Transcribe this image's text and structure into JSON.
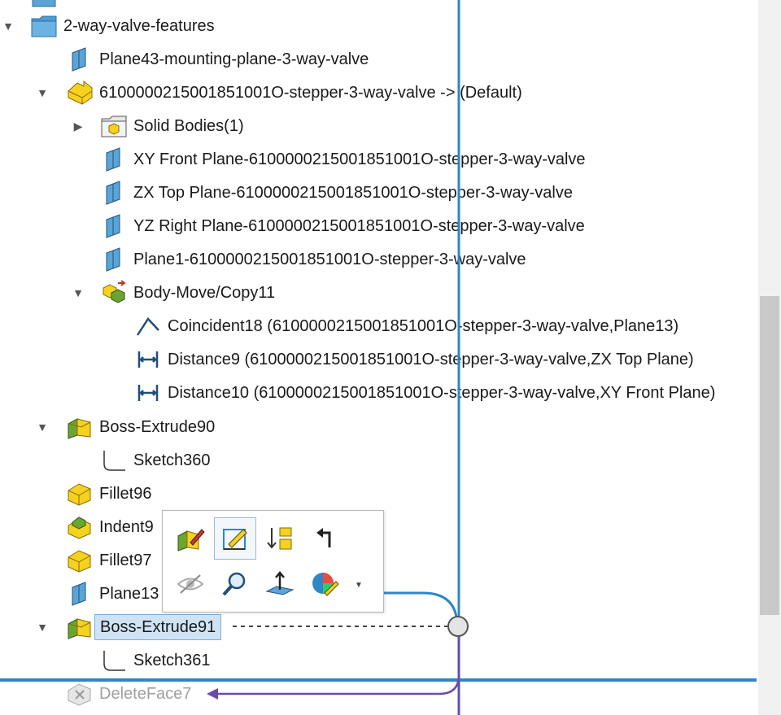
{
  "tree": {
    "items": [
      {
        "label": "2-way-valve-features",
        "icon": "folder-icon"
      },
      {
        "label": "Plane43-mounting-plane-3-way-valve",
        "icon": "plane-icon"
      },
      {
        "label": "6100000215001851001O-stepper-3-way-valve -> (Default)",
        "icon": "derived-part-icon"
      },
      {
        "label": "Solid Bodies(1)",
        "icon": "solid-bodies-folder-icon"
      },
      {
        "label": "XY Front Plane-6100000215001851001O-stepper-3-way-valve",
        "icon": "plane-icon"
      },
      {
        "label": "ZX Top Plane-6100000215001851001O-stepper-3-way-valve",
        "icon": "plane-icon"
      },
      {
        "label": "YZ Right Plane-6100000215001851001O-stepper-3-way-valve",
        "icon": "plane-icon"
      },
      {
        "label": "Plane1-6100000215001851001O-stepper-3-way-valve",
        "icon": "plane-icon"
      },
      {
        "label": "Body-Move/Copy11",
        "icon": "body-move-copy-icon"
      },
      {
        "label": "Coincident18 (6100000215001851001O-stepper-3-way-valve,Plane13)",
        "icon": "coincident-mate-icon"
      },
      {
        "label": "Distance9 (6100000215001851001O-stepper-3-way-valve,ZX Top Plane)",
        "icon": "distance-mate-icon"
      },
      {
        "label": "Distance10 (6100000215001851001O-stepper-3-way-valve,XY Front Plane)",
        "icon": "distance-mate-icon"
      },
      {
        "label": "Boss-Extrude90",
        "icon": "boss-extrude-icon"
      },
      {
        "label": "Sketch360",
        "icon": "sketch-icon"
      },
      {
        "label": "Fillet96",
        "icon": "fillet-icon"
      },
      {
        "label": "Indent9",
        "icon": "indent-icon"
      },
      {
        "label": "Fillet97",
        "icon": "fillet-icon"
      },
      {
        "label": "Plane13",
        "icon": "plane-icon"
      },
      {
        "label": "Boss-Extrude91",
        "icon": "boss-extrude-icon"
      },
      {
        "label": "Sketch361",
        "icon": "sketch-icon"
      },
      {
        "label": "DeleteFace7",
        "icon": "delete-face-icon"
      }
    ]
  },
  "context_toolbar": {
    "buttons": [
      {
        "icon": "edit-feature-icon"
      },
      {
        "icon": "edit-sketch-icon"
      },
      {
        "icon": "rollback-icon"
      },
      {
        "icon": "parent-child-icon"
      },
      {
        "icon": "hide-icon"
      },
      {
        "icon": "zoom-to-selection-icon"
      },
      {
        "icon": "normal-to-icon"
      },
      {
        "icon": "appearance-icon"
      },
      {
        "icon": "dropdown-arrow-icon"
      }
    ]
  },
  "colors": {
    "rollback_line": "#2e86c8",
    "dependency_arrow": "#6a4aa8",
    "selection_bg": "#cfe3f5",
    "folder": "#5ba4d6",
    "feature_yellow": "#f5d21e",
    "feature_green": "#6aa532"
  }
}
